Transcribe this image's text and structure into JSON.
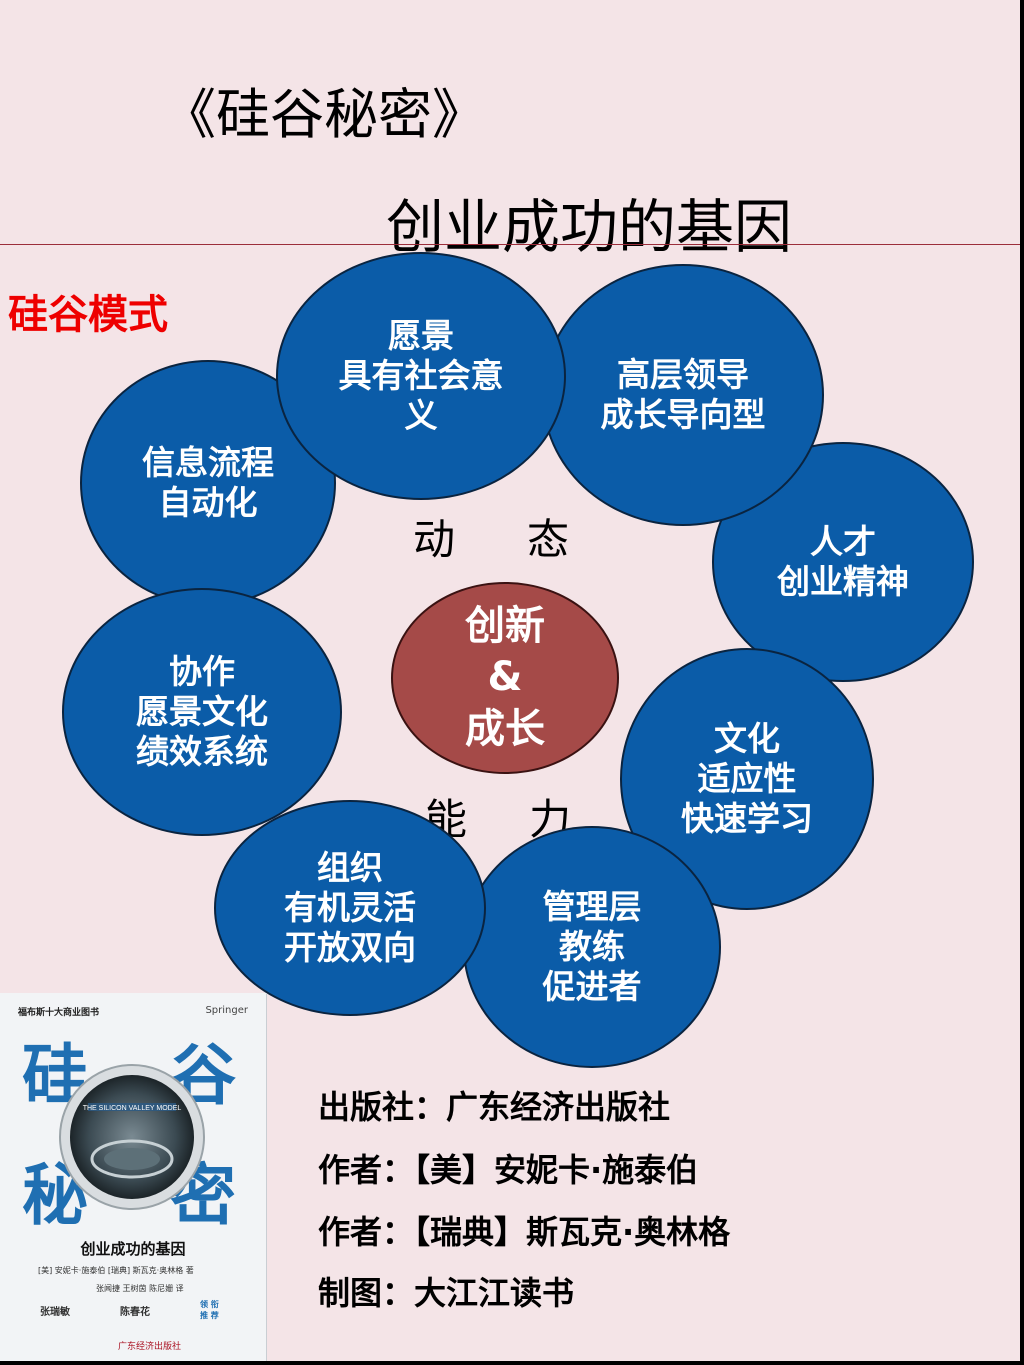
{
  "title": "《硅谷秘密》",
  "subtitle": "创业成功的基因",
  "section_label": "硅谷模式",
  "center": {
    "line1": "创新",
    "line2": "&",
    "line3": "成长"
  },
  "ring_words": {
    "top_left": "动",
    "top_right": "态",
    "bottom_left": "能",
    "bottom_right": "力"
  },
  "circles": {
    "vision": [
      "愿景",
      "具有社会意",
      "义"
    ],
    "leadership": [
      "高层领导",
      "成长导向型"
    ],
    "talent": [
      "人才",
      "创业精神"
    ],
    "culture": [
      "文化",
      "适应性",
      "快速学习"
    ],
    "management": [
      "管理层",
      "教练",
      "促进者"
    ],
    "organization": [
      "组织",
      "有机灵活",
      "开放双向"
    ],
    "collaboration": [
      "协作",
      "愿景文化",
      "绩效系统"
    ],
    "information": [
      "信息流程",
      "自动化"
    ]
  },
  "cover": {
    "tag": "福布斯十大商业图书",
    "publisher_logo": "Springer",
    "chars": [
      "硅",
      "谷",
      "秘",
      "密"
    ],
    "disc_text": "THE SILICON VALLEY MODEL",
    "title": "创业成功的基因",
    "authors_line": "[美] 安妮卡·施泰伯  [瑞典] 斯瓦克·奥林格 著",
    "translators_line": "张闻捷 王树茵 陈尼姗 译",
    "recommender1": "张瑞敏",
    "recommender2": "陈春花",
    "recommend_label": "领 衔 推 荐",
    "press": "广东经济出版社"
  },
  "info": {
    "publisher": "出版社：广东经济出版社",
    "author1": "作者：【美】安妮卡·施泰伯",
    "author2": "作者：【瑞典】斯瓦克·奥林格",
    "chart_by": "制图：大江江读书"
  },
  "colors": {
    "circle_blue": "#0b5ca8",
    "center_red": "#a54a48",
    "label_red": "#ee0000",
    "background": "#f4e4e7"
  }
}
